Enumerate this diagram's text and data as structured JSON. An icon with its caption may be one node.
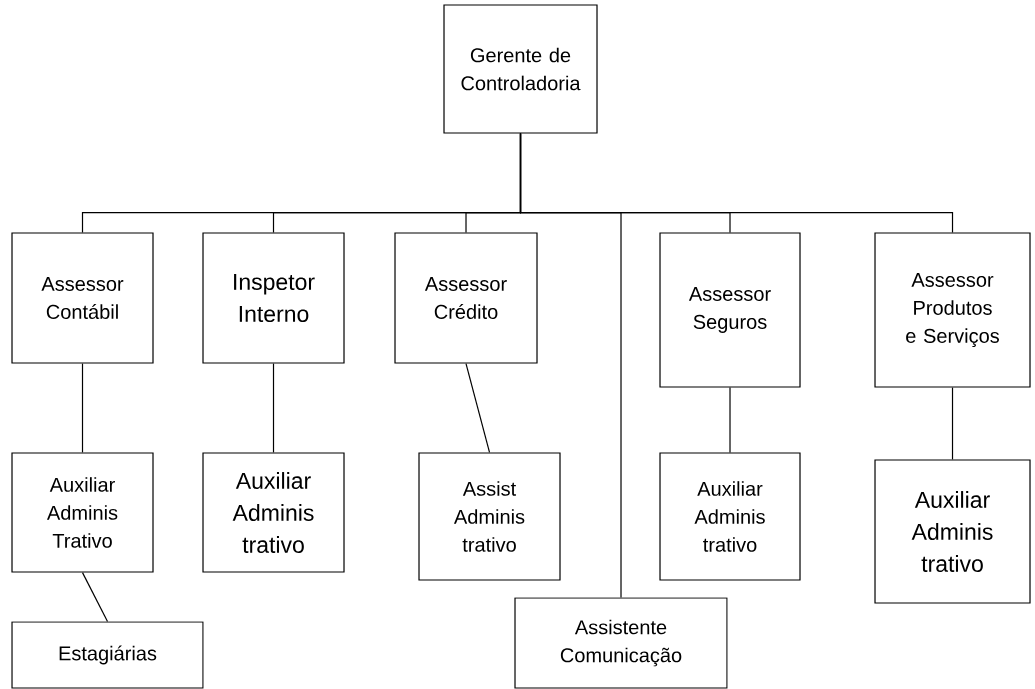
{
  "diagram": {
    "nodes": [
      {
        "text": [
          "Gerente de Controladoria"
        ]
      },
      {
        "text": [
          "Assessor Contábil"
        ]
      },
      {
        "text": [
          "Inspetor Interno"
        ]
      },
      {
        "text": [
          "Assessor Crédito"
        ]
      },
      {
        "text": [
          "Assessor Seguros"
        ]
      },
      {
        "text": [
          "Assessor Produtos e Serviços"
        ]
      },
      {
        "text": [
          "Auxiliar Adminis Trativo"
        ]
      },
      {
        "text": [
          "Auxiliar Adminis trativo"
        ]
      },
      {
        "text": [
          "Assist Adminis trativo"
        ]
      },
      {
        "text": [
          "Auxiliar Adminis trativo"
        ]
      },
      {
        "text": [
          "Auxiliar Adminis trativo"
        ]
      },
      {
        "text": [
          "Estagiárias"
        ]
      },
      {
        "text": [
          "Assistente Comunicação"
        ]
      }
    ],
    "edges": [
      {
        "from": 0,
        "to": 1,
        "arrow": "none"
      },
      {
        "from": 0,
        "to": 2,
        "arrow": "none"
      },
      {
        "from": 0,
        "to": 3,
        "arrow": "none"
      },
      {
        "from": 0,
        "to": 12,
        "arrow": "none"
      },
      {
        "from": 0,
        "to": 4,
        "arrow": "none"
      },
      {
        "from": 0,
        "to": 5,
        "arrow": "none"
      },
      {
        "from": 1,
        "to": 6,
        "arrow": "none"
      },
      {
        "from": 2,
        "to": 7,
        "arrow": "none"
      },
      {
        "from": 3,
        "to": 8,
        "arrow": "none"
      },
      {
        "from": 4,
        "to": 9,
        "arrow": "none"
      },
      {
        "from": 5,
        "to": 10,
        "arrow": "none"
      },
      {
        "from": 6,
        "to": 11,
        "arrow": "none"
      }
    ]
  }
}
